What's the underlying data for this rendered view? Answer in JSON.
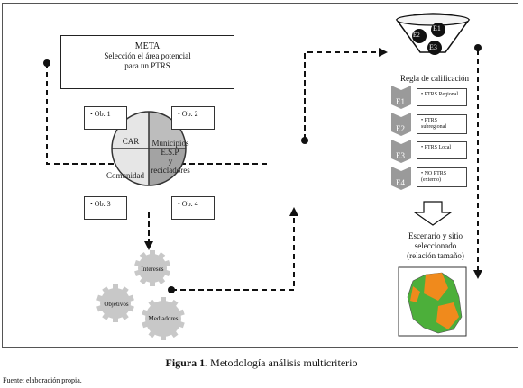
{
  "meta": {
    "title": "META",
    "line1": "Selección el área potencial",
    "line2": "para un PTRS"
  },
  "objectives": [
    "• Ob. 1",
    "• Ob. 2",
    "• Ob. 3",
    "• Ob. 4"
  ],
  "quadrants": {
    "top_left": "CAR",
    "top_right_1": "Municipios",
    "top_right_2": "E.S.P.",
    "bottom_left": "Comunidad",
    "bottom_right_1": "y",
    "bottom_right_2": "recicladores"
  },
  "gears": {
    "top": "Intereses",
    "left": "Objetivos",
    "right": "Mediadores"
  },
  "funnel": {
    "e1": "E1",
    "e2": "E2",
    "e3": "E3"
  },
  "rating": {
    "title": "Regla de calificación",
    "rows": [
      {
        "e": "E1",
        "line1": "• PTRS Regional",
        "line2": ""
      },
      {
        "e": "E2",
        "line1": "• PTRS",
        "line2": "subregional"
      },
      {
        "e": "E3",
        "line1": "• PTRS Local",
        "line2": ""
      },
      {
        "e": "E4",
        "line1": "• NO PTRS",
        "line2": "(externo)"
      }
    ]
  },
  "scenario": {
    "line1": "Escenario y sitio",
    "line2": "seleccionado",
    "line3": "(relación tamaño)"
  },
  "caption": {
    "label": "Figura 1.",
    "text": " Metodología análisis multicriterio"
  },
  "source": "Fuente: elaboración propia.",
  "colors": {
    "circle_light": "#e6e6e6",
    "circle_mid": "#bdbdbd",
    "circle_dark": "#a3a3a3",
    "chevron": "#9a9a9a",
    "gear": "#c8c8c8",
    "map_green": "#4caf3a",
    "map_orange": "#f08a1c"
  }
}
